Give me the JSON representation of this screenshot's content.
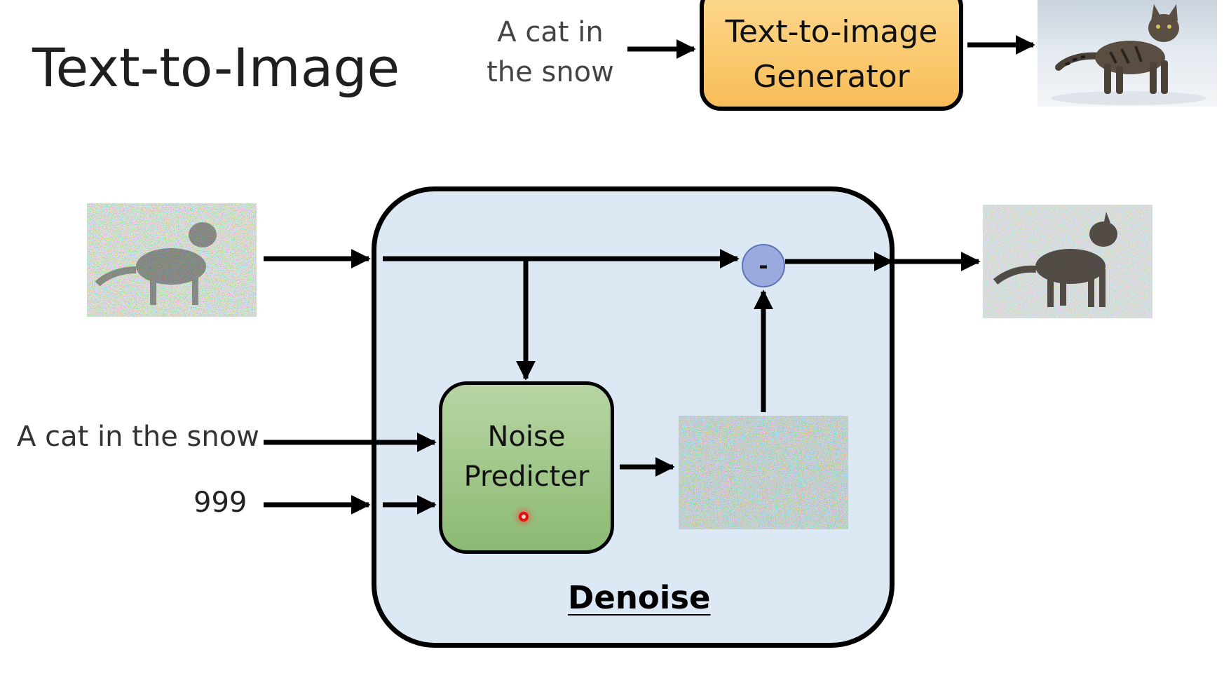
{
  "slide": {
    "title": "Text-to-Image"
  },
  "top_flow": {
    "prompt_line1": "A cat in",
    "prompt_line2": "the snow",
    "generator_line1": "Text-to-image",
    "generator_line2": "Generator"
  },
  "denoise": {
    "label": "Denoise",
    "noise_predicter_line1": "Noise",
    "noise_predicter_line2": "Predicter",
    "operator": "-"
  },
  "inputs": {
    "text_prompt": "A cat in the snow",
    "step": "999"
  },
  "images": {
    "output_top": "cat-in-snow-photo",
    "noisy_input": "noisy-cat-image",
    "predicted_noise": "noise-image",
    "denoised_output": "less-noisy-cat-image"
  }
}
